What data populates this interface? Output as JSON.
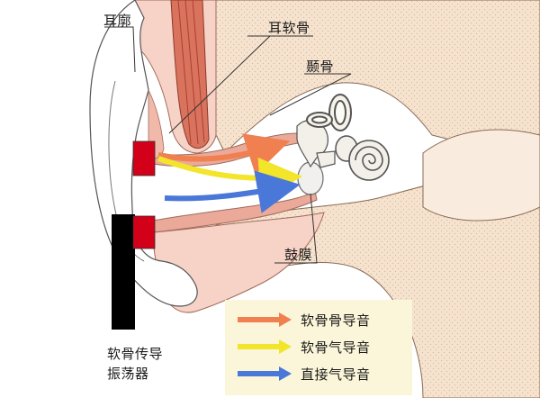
{
  "labels": {
    "auricle": "耳廓",
    "ear_cartilage": "耳软骨",
    "temporal_bone": "颞骨",
    "eardrum": "鼓膜",
    "device_line1": "软骨传导",
    "device_line2": "振荡器"
  },
  "legend": [
    {
      "text": "软骨骨导音",
      "color": "#f08050"
    },
    {
      "text": "软骨气导音",
      "color": "#f2e52a"
    },
    {
      "text": "直接气导音",
      "color": "#4a78d8"
    }
  ],
  "colors": {
    "skin": "#f7d2c6",
    "bone": "#f5e3cf",
    "canal_wall": "#eba99a",
    "device_red": "#d3001a",
    "device_black": "#000000"
  }
}
